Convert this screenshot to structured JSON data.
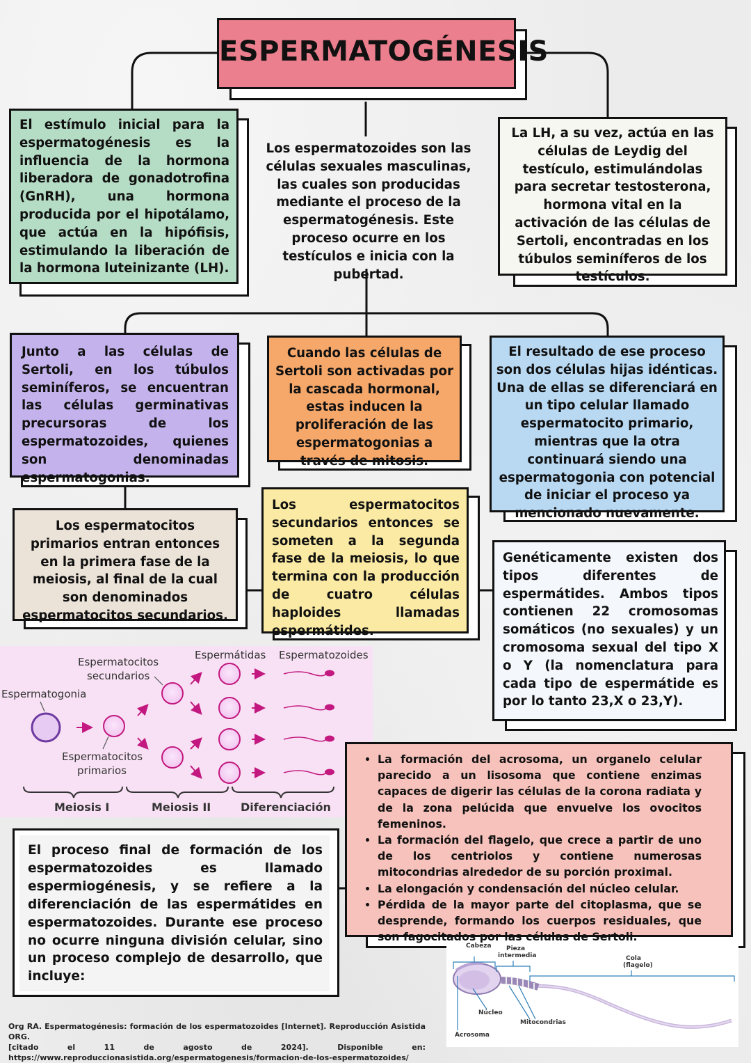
{
  "title": "ESPERMATOGÉNESIS",
  "boxes": {
    "gnrh": "El estímulo inicial para la espermatogénesis es la influencia de la hormona liberadora de gonadotrofina (GnRH), una hormona producida por el hipotálamo, que actúa en la hipófisis, estimulando la liberación de la hormona luteinizante (LH).",
    "intro": "Los espermatozoides son las células sexuales masculinas, las cuales son producidas mediante el proceso de la espermatogénesis. Este proceso ocurre en los testículos e inicia con la pubertad.",
    "lh": "La LH, a su vez, actúa en las células de Leydig del testículo, estimulándolas para secretar testosterona, hormona vital en la activación de las células de Sertoli, encontradas en los túbulos seminíferos de los testículos.",
    "sertoli": "Junto a las células de Sertoli, en los túbulos seminíferos, se encuentran las células germinativas precursoras de los espermatozoides, quienes son denominadas espermatogonias.",
    "mitosis": "Cuando las células de Sertoli son activadas por la cascada hormonal, estas inducen la proliferación de las espermatogonias a través de mitosis.",
    "result": "El resultado de ese proceso son dos células hijas idénticas. Una de ellas se diferenciará en un tipo celular llamado espermatocito primario, mientras que la otra continuará siendo una espermatogonia con potencial de iniciar el proceso ya mencionado nuevamente.",
    "meiosis1": "Los espermatocitos primarios entran entonces en la primera fase de la meiosis, al final de la cual son denominados espermatocitos secundarios.",
    "meiosis2": "Los espermatocitos secundarios entonces se someten a la segunda fase de la meiosis, lo que termina con la producción de cuatro células haploides llamadas espermátides.",
    "genetic": "Genéticamente existen dos tipos diferentes de espermátides. Ambos tipos contienen 22 cromosomas somáticos (no sexuales) y un cromosoma sexual del tipo X o Y (la nomenclatura para cada tipo de espermátide es por lo tanto 23,X o 23,Y).",
    "final": "El proceso final de formación de los espermatozoides es llamado espermiogénesis, y se refiere a la diferenciación de las espermátides en espermatozoides. Durante ese proceso no ocurre ninguna división celular, sino un proceso complejo de desarrollo, que incluye:"
  },
  "bullets": [
    "La formación del acrosoma, un organelo celular parecido a un lisosoma que contiene enzimas capaces de digerir las células de la corona radiata  y de la zona pelúcida que envuelve los ovocitos femeninos.",
    "La formación del flagelo, que crece a partir de uno de los centriolos y contiene numerosas mitocondrias alrededor de su porción proximal.",
    "La elongación y condensación del núcleo celular.",
    "Pérdida de la mayor parte del citoplasma, que se desprende, formando los cuerpos residuales, que son fagocitados por las células de Sertoli."
  ],
  "diagram": {
    "espermatogonia": "Espermatogonia",
    "secundarios_1": "Espermatocitos",
    "secundarios_2": "secundarios",
    "primarios_1": "Espermatocitos",
    "primarios_2": "primarios",
    "espermatidas": "Espermátidas",
    "espermatozoides": "Espermatozoides",
    "meiosis1": "Meiosis I",
    "meiosis2": "Meiosis II",
    "diferenciacion": "Diferenciación"
  },
  "sperm_labels": {
    "cabeza": "Cabeza",
    "pieza_1": "Pieza",
    "pieza_2": "intermedia",
    "cola_1": "Cola",
    "cola_2": "(flagelo)",
    "nucleo": "Núcleo",
    "mitocondrias": "Mitocondrias",
    "acrosoma": "Acrosoma"
  },
  "citation": {
    "line1": "Org RA. Espermatogénesis: formación de los espermatozoides [Internet]. Reproducción Asistida ORG.",
    "line2": "[citado el 11 de agosto de 2024]. Disponible en:",
    "line3": "https://www.reproduccionasistida.org/espermatogenesis/formacion-de-los-espermatozoides/"
  },
  "colors": {
    "title": "#ec7f8d",
    "gnrh": "#b5dcc4",
    "intro": "#eeeeee",
    "lh": "#f7f7f2",
    "sertoli": "#c4b2ec",
    "mitosis": "#f6a86a",
    "result": "#b9d9f3",
    "meiosis1": "#ebe2d8",
    "meiosis2": "#faeaa3",
    "genetic": "#f4f7fb",
    "final": "#f4f4f4",
    "bullets": "#f6c2bb",
    "diagram_bg": "#f8e1f4"
  }
}
